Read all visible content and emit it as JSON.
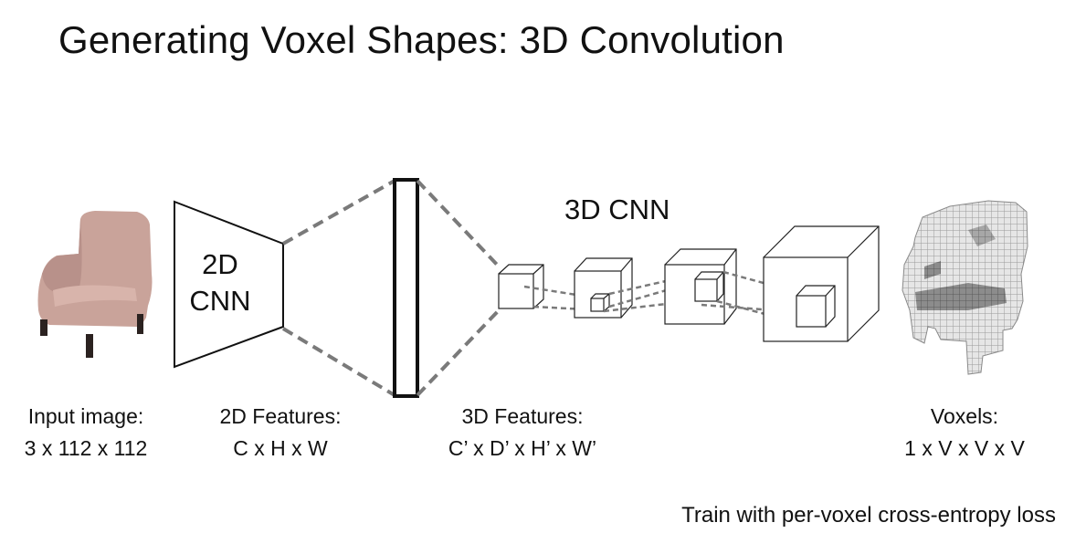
{
  "title": "Generating Voxel Shapes: 3D Convolution",
  "cnn2d": {
    "line1": "2D",
    "line2": "CNN"
  },
  "cnn3d": "3D CNN",
  "labels": {
    "input": {
      "line1": "Input image:",
      "line2": "3 x 112 x 112"
    },
    "features2d": {
      "line1": "2D Features:",
      "line2": "C x H x W"
    },
    "features3d": {
      "line1": "3D Features:",
      "line2": "C’ x D’ x H’ x W’"
    },
    "voxels": {
      "line1": "Voxels:",
      "line2": "1 x V x V x V"
    }
  },
  "footer": "Train with per-voxel cross-entropy loss",
  "colors": {
    "chair": "#c9a39a",
    "dashed": "#7a7a7a",
    "voxel": "#9a9a9a"
  }
}
